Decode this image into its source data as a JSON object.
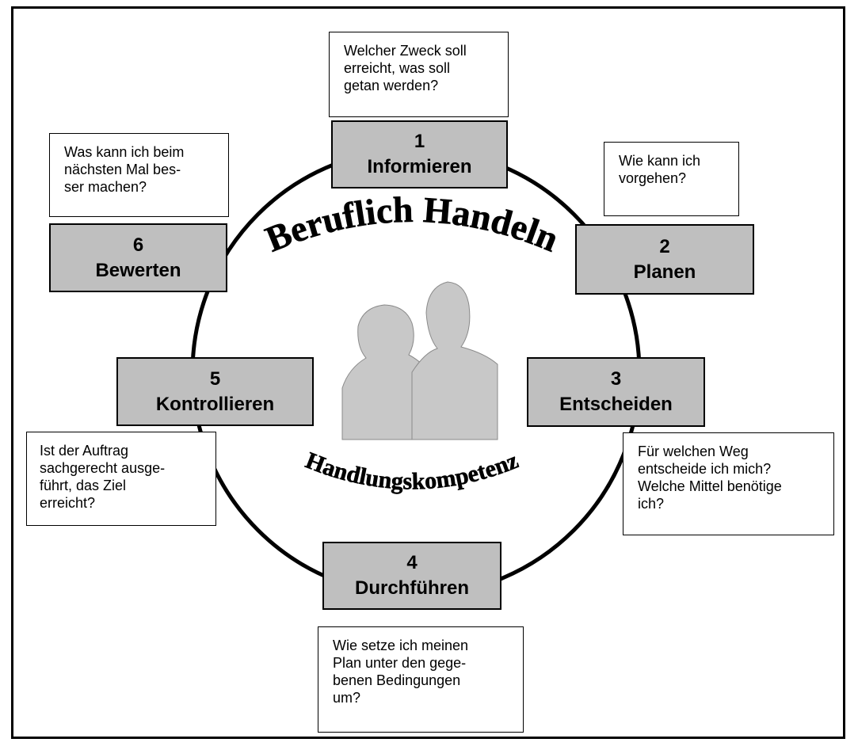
{
  "steps": [
    {
      "number": "1",
      "label": "Informieren",
      "question": "Welcher Zweck soll\nerreicht, was soll\ngetan werden?"
    },
    {
      "number": "2",
      "label": "Planen",
      "question": "Wie kann ich\nvorgehen?"
    },
    {
      "number": "3",
      "label": "Entscheiden",
      "question": "Für welchen Weg\nentscheide ich mich?\nWelche Mittel benötige\nich?"
    },
    {
      "number": "4",
      "label": "Durchführen",
      "question": "Wie setze ich meinen\nPlan unter den gege-\nbenen Bedingungen\num?"
    },
    {
      "number": "5",
      "label": "Kontrollieren",
      "question": "Ist der Auftrag\nsachgerecht ausge-\nführt, das Ziel\nerreicht?"
    },
    {
      "number": "6",
      "label": "Bewerten",
      "question": "Was kann ich beim\nnächsten Mal bes-\nser machen?"
    }
  ],
  "title_arc": "Beruflich Handeln",
  "subtitle_arc": "Handlungskompetenz",
  "colors": {
    "step_fill": "#bfbfbf",
    "silhouette": "#c8c8c8",
    "stroke": "#000000"
  },
  "center_image": "couple-silhouette-icon"
}
